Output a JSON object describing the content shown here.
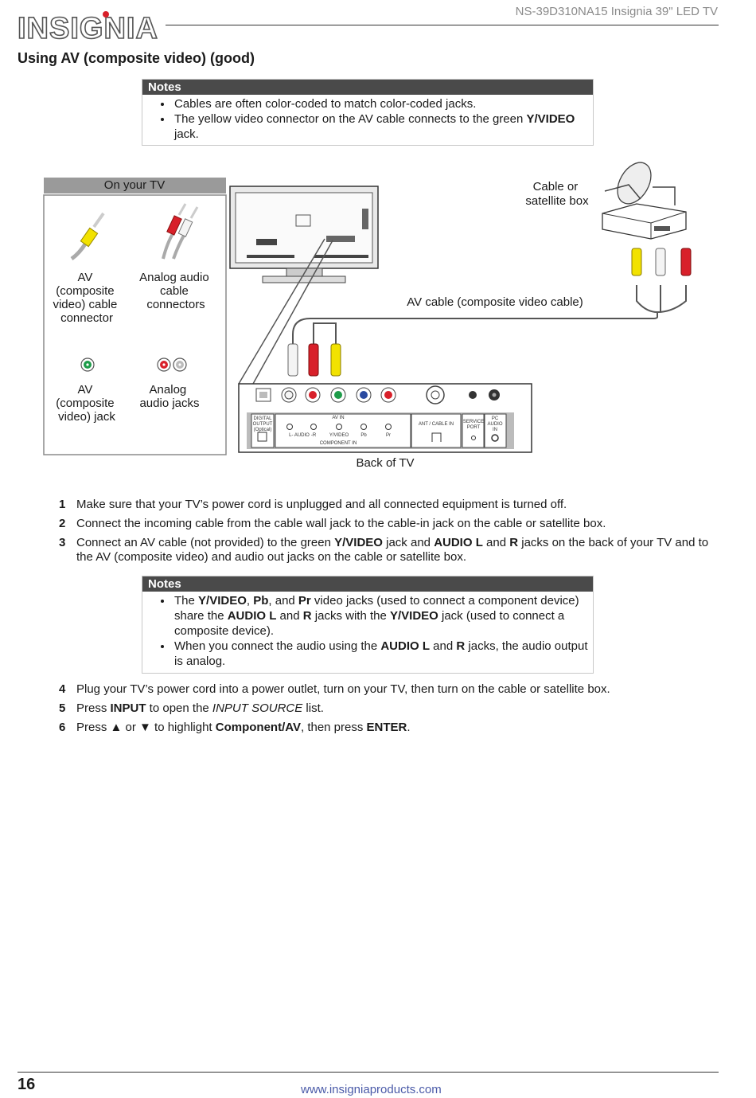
{
  "header": {
    "logo_text": "INSIGNIA",
    "model": "NS-39D310NA15 Insignia 39\" LED TV"
  },
  "section_title": "Using AV (composite video) (good)",
  "notes1": {
    "head": "Notes",
    "item1": "Cables are often color-coded to match color-coded jacks.",
    "item2_pre": "The yellow video connector on the AV cable connects to the green ",
    "item2_bold": "Y/VIDEO",
    "item2_post": " jack."
  },
  "diagram": {
    "legend_title": "On your TV",
    "av_cable_connector": [
      "AV",
      "(composite",
      "video) cable",
      "connector"
    ],
    "analog_audio_connectors": [
      "Analog audio",
      "cable",
      "connectors"
    ],
    "av_jack": [
      "AV",
      "(composite",
      "video) jack"
    ],
    "analog_audio_jacks": [
      "Analog",
      "audio jacks"
    ],
    "box_label": [
      "Cable or",
      "satellite box"
    ],
    "cable_label": "AV cable (composite video cable)",
    "back_label": "Back of TV",
    "panel": {
      "digital": [
        "DIGITAL",
        "OUTPUT",
        "(Optical)"
      ],
      "av_in": "AV IN",
      "l_audio": "L- AUDIO",
      "r": "-R",
      "y_video": "Y/VIDEO",
      "pb": "Pb",
      "pr": "Pr",
      "component_in": "COMPONENT IN",
      "ant": "ANT / CABLE IN",
      "service": [
        "SERVICE",
        "PORT"
      ],
      "pc_audio": [
        "PC",
        "AUDIO",
        "IN"
      ]
    }
  },
  "steps1": [
    {
      "num": "1",
      "text": "Make sure that your TV’s power cord is unplugged and all connected equipment is turned off."
    },
    {
      "num": "2",
      "text": "Connect the incoming cable from the cable wall jack to the cable-in jack on the cable or satellite box."
    },
    {
      "num": "3",
      "t1": "Connect an AV cable (not provided) to the green ",
      "b1": "Y/VIDEO",
      "t2": " jack and ",
      "b2": "AUDIO L",
      "t3": " and ",
      "b3": "R",
      "t4": " jacks on the back of your TV and to the AV (composite video) and audio out jacks on the cable or satellite box."
    }
  ],
  "notes2": {
    "head": "Notes",
    "a_t1": "The ",
    "a_b1": "Y/VIDEO",
    "a_t2": ", ",
    "a_b2": "Pb",
    "a_t3": ", and ",
    "a_b3": "Pr",
    "a_t4": " video jacks (used to connect a component device) share the ",
    "a_b4": "AUDIO L",
    "a_t5": " and ",
    "a_b5": "R",
    "a_t6": " jacks with the ",
    "a_b6": "Y/VIDEO",
    "a_t7": " jack (used to connect a composite device).",
    "b_t1": "When you connect the audio using the ",
    "b_b1": "AUDIO L",
    "b_t2": " and ",
    "b_b2": "R",
    "b_t3": " jacks, the audio output is analog."
  },
  "steps2": [
    {
      "num": "4",
      "text": "Plug your TV’s power cord into a power outlet, turn on your TV, then turn on the cable or satellite box."
    },
    {
      "num": "5",
      "t1": "Press ",
      "b1": "INPUT",
      "t2": " to open the ",
      "i1": "INPUT SOURCE",
      "t3": " list."
    },
    {
      "num": "6",
      "t1": "Press ▲ or ▼ to highlight ",
      "b1": "Component/AV",
      "t2": ", then press ",
      "b2": "ENTER",
      "t3": "."
    }
  ],
  "footer": {
    "page": "16",
    "url": "www.insigniaproducts.com"
  },
  "colors": {
    "notes_header": "#4a4a4a",
    "url": "#4a5aa8",
    "yellow": "#f2e200",
    "red": "#d8202a",
    "green": "#1e9c4a",
    "blue": "#2a4aa0"
  }
}
